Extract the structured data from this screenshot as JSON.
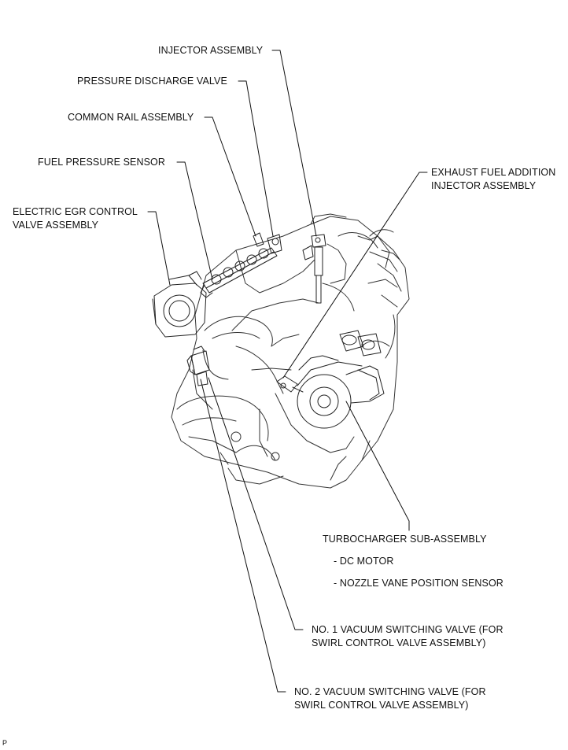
{
  "labels": {
    "injector_assembly": "INJECTOR ASSEMBLY",
    "pressure_discharge_valve": "PRESSURE DISCHARGE VALVE",
    "common_rail_assembly": "COMMON RAIL ASSEMBLY",
    "fuel_pressure_sensor": "FUEL PRESSURE SENSOR",
    "electric_egr_line1": "ELECTRIC EGR CONTROL",
    "electric_egr_line2": "VALVE ASSEMBLY",
    "exhaust_fuel_line1": "EXHAUST FUEL ADDITION",
    "exhaust_fuel_line2": "INJECTOR ASSEMBLY",
    "turbocharger": "TURBOCHARGER SUB-ASSEMBLY",
    "turbo_sub1": "- DC MOTOR",
    "turbo_sub2": "- NOZZLE VANE POSITION SENSOR",
    "vsv1_line1": "NO. 1 VACUUM SWITCHING VALVE (FOR",
    "vsv1_line2": "SWIRL CONTROL VALVE ASSEMBLY)",
    "vsv2_line1": "NO. 2 VACUUM SWITCHING VALVE (FOR",
    "vsv2_line2": "SWIRL CONTROL VALVE ASSEMBLY)",
    "corner_mark": "P"
  }
}
